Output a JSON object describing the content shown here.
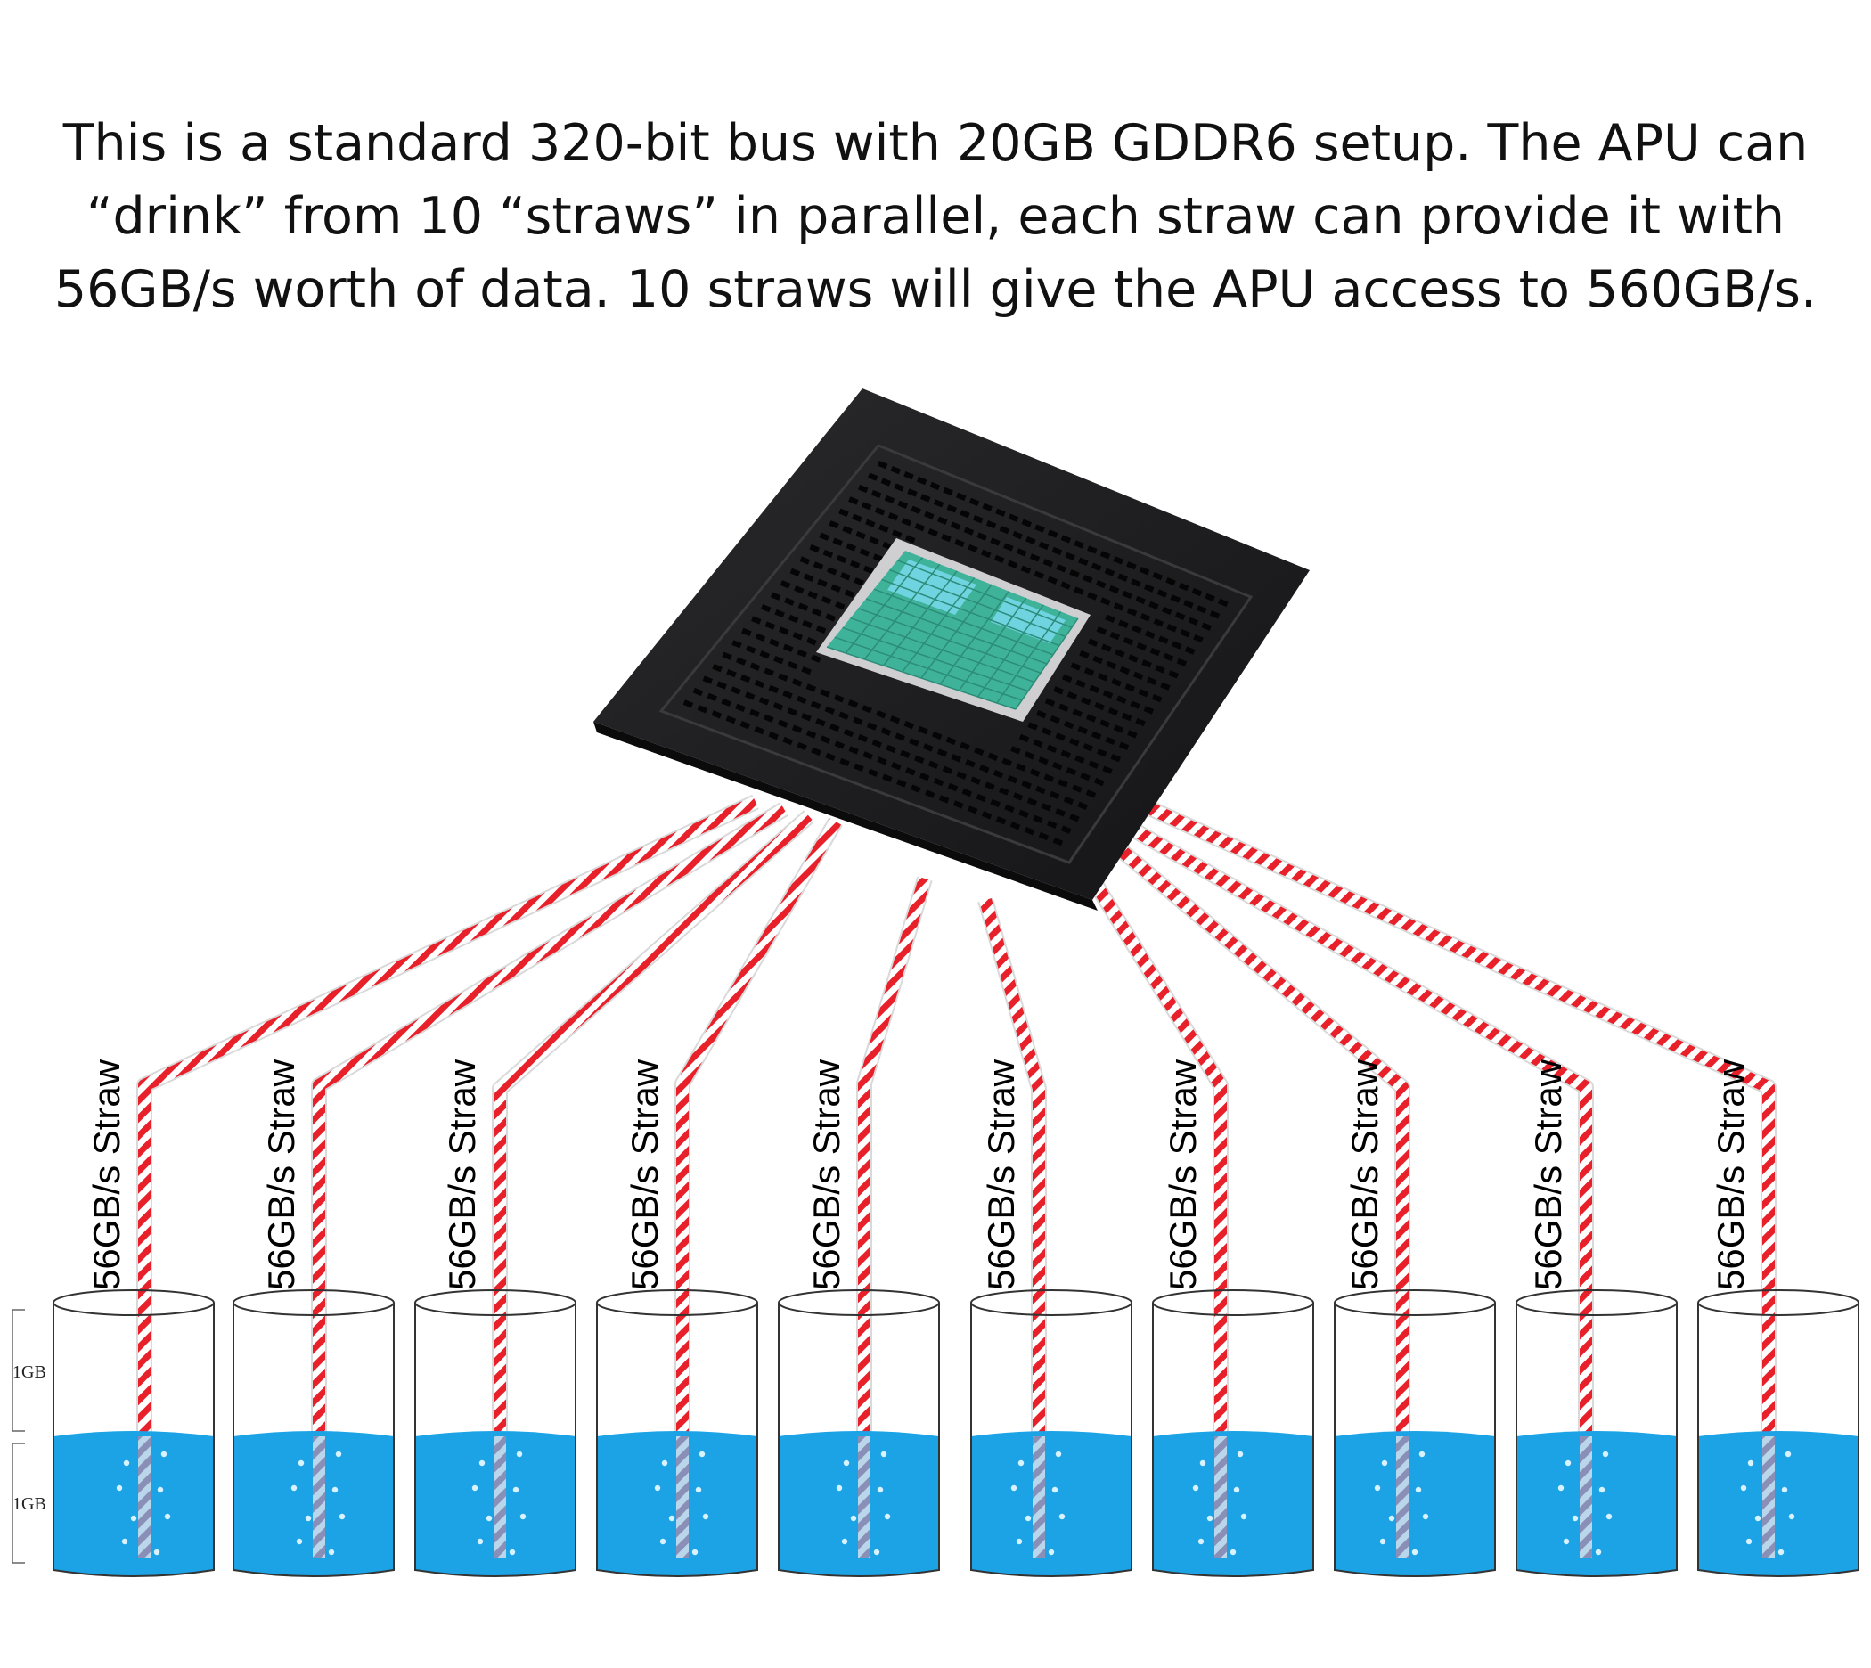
{
  "caption": {
    "lines": [
      "This is a standard 320-bit bus with 20GB GDDR6 setup. The APU can",
      "“drink” from 10 “straws” in parallel, each straw can provide it with",
      "56GB/s worth of data. 10 straws will give the APU access to 560GB/s."
    ]
  },
  "straw_label": "56GB/s Straw",
  "straw_count": 10,
  "capacity_labels": [
    "1GB",
    "1GB"
  ],
  "colors": {
    "straw_stripe": "#e8202a",
    "water": "#1ba3e6",
    "chip": "#1c1c1e",
    "die": "#3fb39a"
  }
}
